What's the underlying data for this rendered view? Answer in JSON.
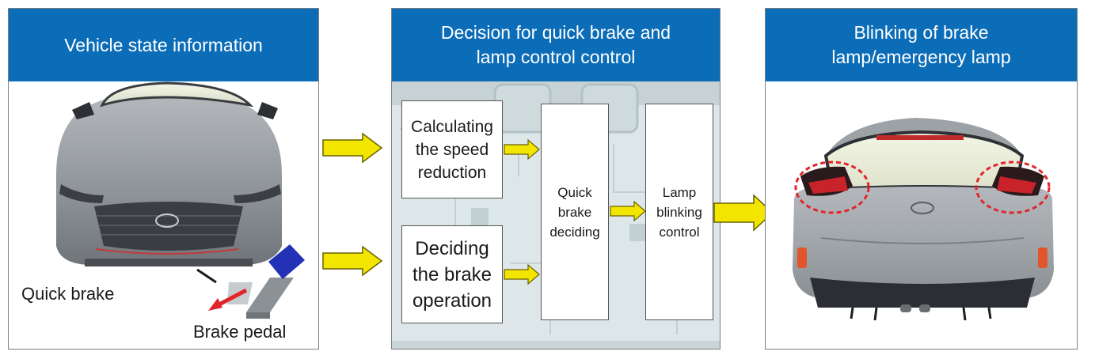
{
  "panels": [
    {
      "title_line1": "Vehicle state information",
      "title_line2": ""
    },
    {
      "title_line1": "Decision for quick brake and",
      "title_line2": "lamp control control"
    },
    {
      "title_line1": "Blinking of brake",
      "title_line2": "lamp/emergency lamp"
    }
  ],
  "vehicle_state": {
    "quick_brake_label": "Quick brake",
    "brake_pedal_label": "Brake pedal"
  },
  "decision": {
    "calc_box": {
      "line1": "Calculating",
      "line2": "the speed",
      "line3": "reduction"
    },
    "decide_box": {
      "line1": "Deciding",
      "line2": "the brake",
      "line3": "operation"
    },
    "quick_box": {
      "line1": "Quick",
      "line2": "brake",
      "line3": "deciding"
    },
    "lamp_box": {
      "line1": "Lamp",
      "line2": "blinking",
      "line3": "control"
    }
  },
  "colors": {
    "header": "#0b6cb8",
    "arrow": "#f2e600",
    "highlight": "#e0262b"
  }
}
